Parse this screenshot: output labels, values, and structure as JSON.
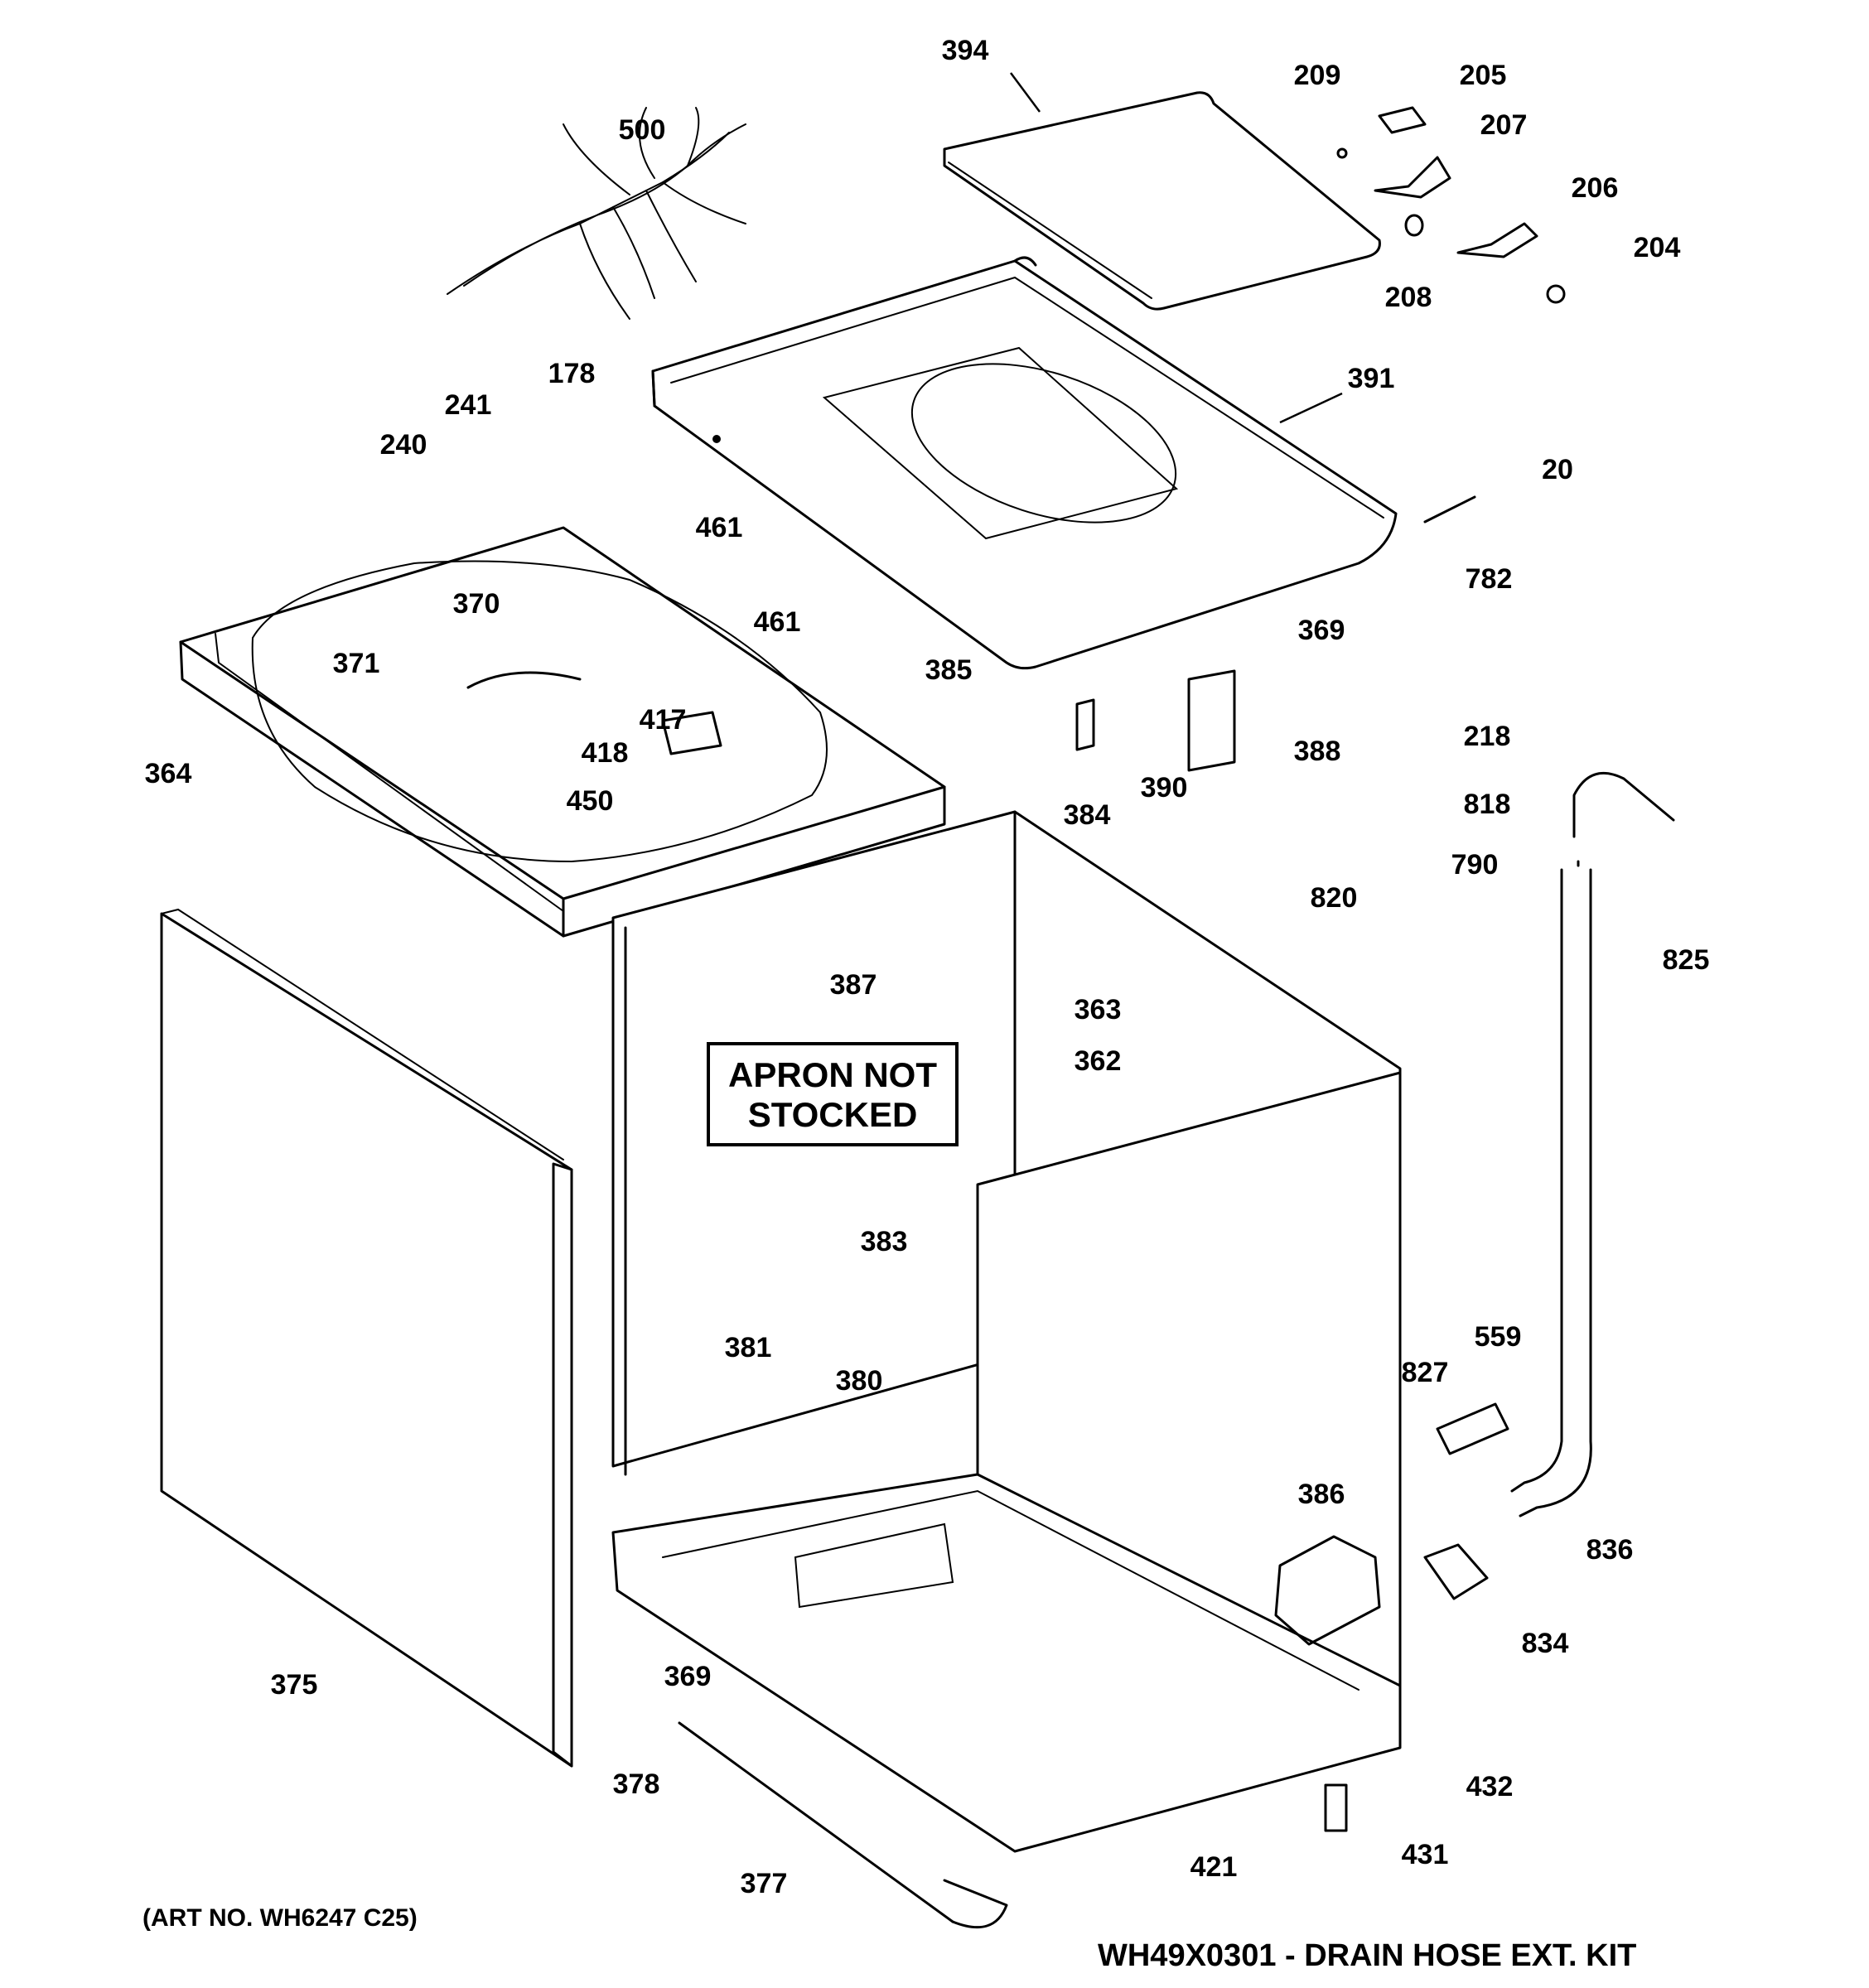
{
  "diagram": {
    "part_numbers": {
      "p394": "394",
      "p209": "209",
      "p205": "205",
      "p207": "207",
      "p206": "206",
      "p204": "204",
      "p208": "208",
      "p500": "500",
      "p391": "391",
      "p178": "178",
      "p241": "241",
      "p240": "240",
      "p461a": "461",
      "p461b": "461",
      "p20": "20",
      "p782": "782",
      "p370": "370",
      "p371": "371",
      "p417": "417",
      "p418": "418",
      "p364": "364",
      "p450": "450",
      "p385": "385",
      "p369a": "369",
      "p388": "388",
      "p390": "390",
      "p384": "384",
      "p218": "218",
      "p818": "818",
      "p790": "790",
      "p820": "820",
      "p825": "825",
      "p387": "387",
      "p363": "363",
      "p362": "362",
      "p383": "383",
      "p381": "381",
      "p380": "380",
      "p559": "559",
      "p827": "827",
      "p386": "386",
      "p836": "836",
      "p834": "834",
      "p375": "375",
      "p369b": "369",
      "p378": "378",
      "p377": "377",
      "p421": "421",
      "p432": "432",
      "p431": "431"
    },
    "note": {
      "line1": "APRON NOT",
      "line2": "STOCKED"
    },
    "footer": {
      "art_number": "(ART NO. WH6247 C25)",
      "kit": "WH49X0301 - DRAIN HOSE EXT. KIT"
    }
  }
}
